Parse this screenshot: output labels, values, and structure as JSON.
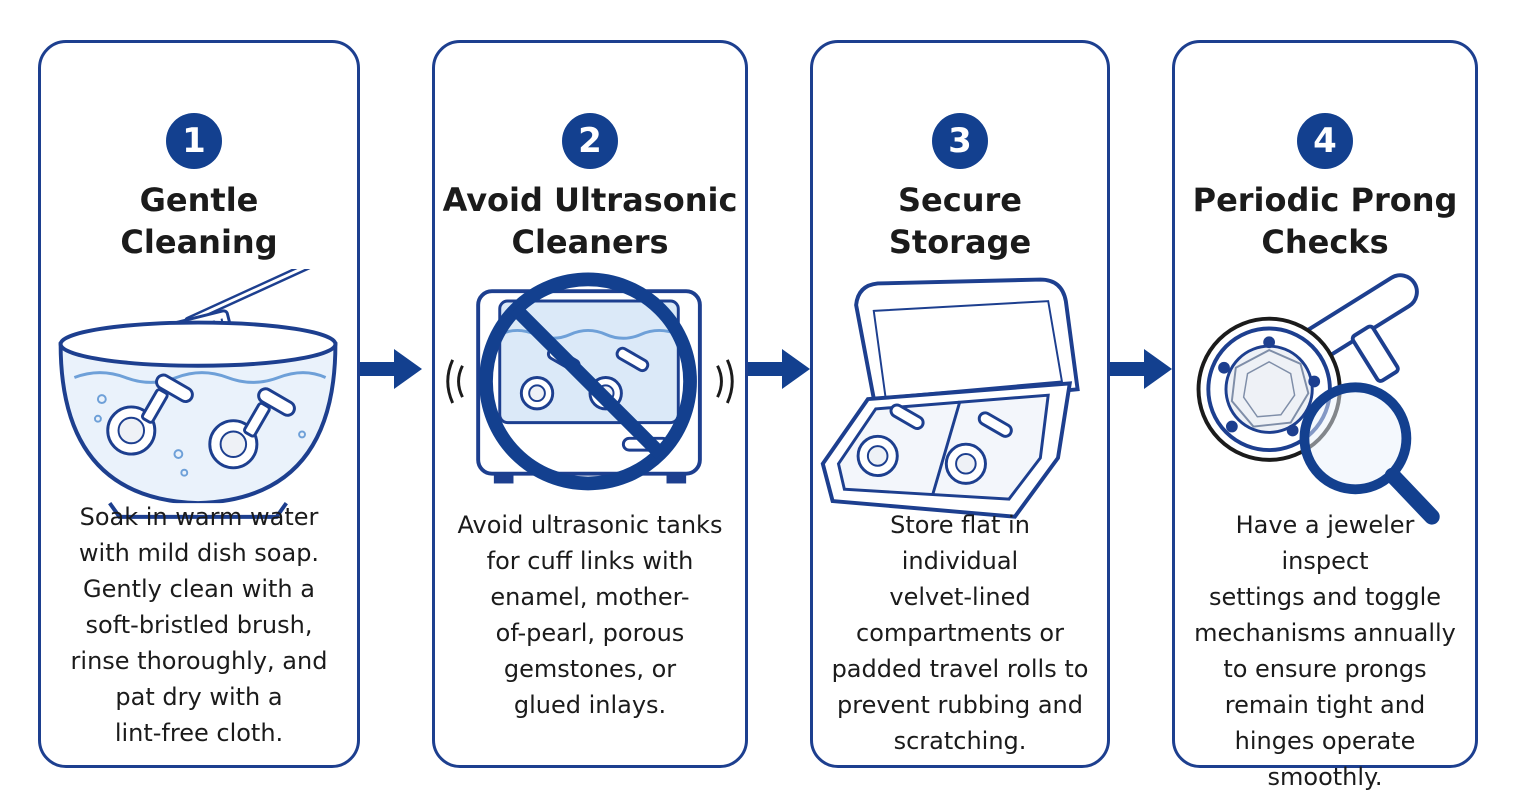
{
  "steps": [
    {
      "number": "1",
      "title_lines": [
        "Gentle",
        "Cleaning"
      ],
      "desc_lines": [
        "Soak in warm water",
        "with mild dish soap.",
        "Gently clean with a",
        "soft-bristled brush,",
        "rinse thoroughly, and",
        "pat dry with a",
        "lint-free cloth."
      ],
      "icon": "soaking-bowl-with-brush"
    },
    {
      "number": "2",
      "title_lines": [
        "Avoid Ultrasonic",
        "Cleaners"
      ],
      "desc_lines": [
        "Avoid ultrasonic tanks",
        "for cuff links with",
        "enamel, mother-",
        "of-pearl, porous",
        "gemstones, or",
        "glued inlays."
      ],
      "icon": "ultrasonic-cleaner-prohibited"
    },
    {
      "number": "3",
      "title_lines": [
        "Secure",
        "Storage"
      ],
      "desc_lines": [
        "Store flat in individual",
        "velvet-lined",
        "compartments or",
        "padded travel rolls to",
        "prevent rubbing and",
        "scratching."
      ],
      "icon": "open-jewelry-box"
    },
    {
      "number": "4",
      "title_lines": [
        "Periodic Prong",
        "Checks"
      ],
      "desc_lines": [
        "Have a jeweler inspect",
        "settings and toggle",
        "mechanisms annually",
        "to ensure prongs",
        "remain tight and",
        "hinges operate",
        "smoothly."
      ],
      "icon": "magnifier-over-cufflink"
    }
  ],
  "colors": {
    "navy": "#1d3f8f",
    "badge": "#13408f",
    "water": "#dbe9f8",
    "text": "#1b1b1b"
  }
}
